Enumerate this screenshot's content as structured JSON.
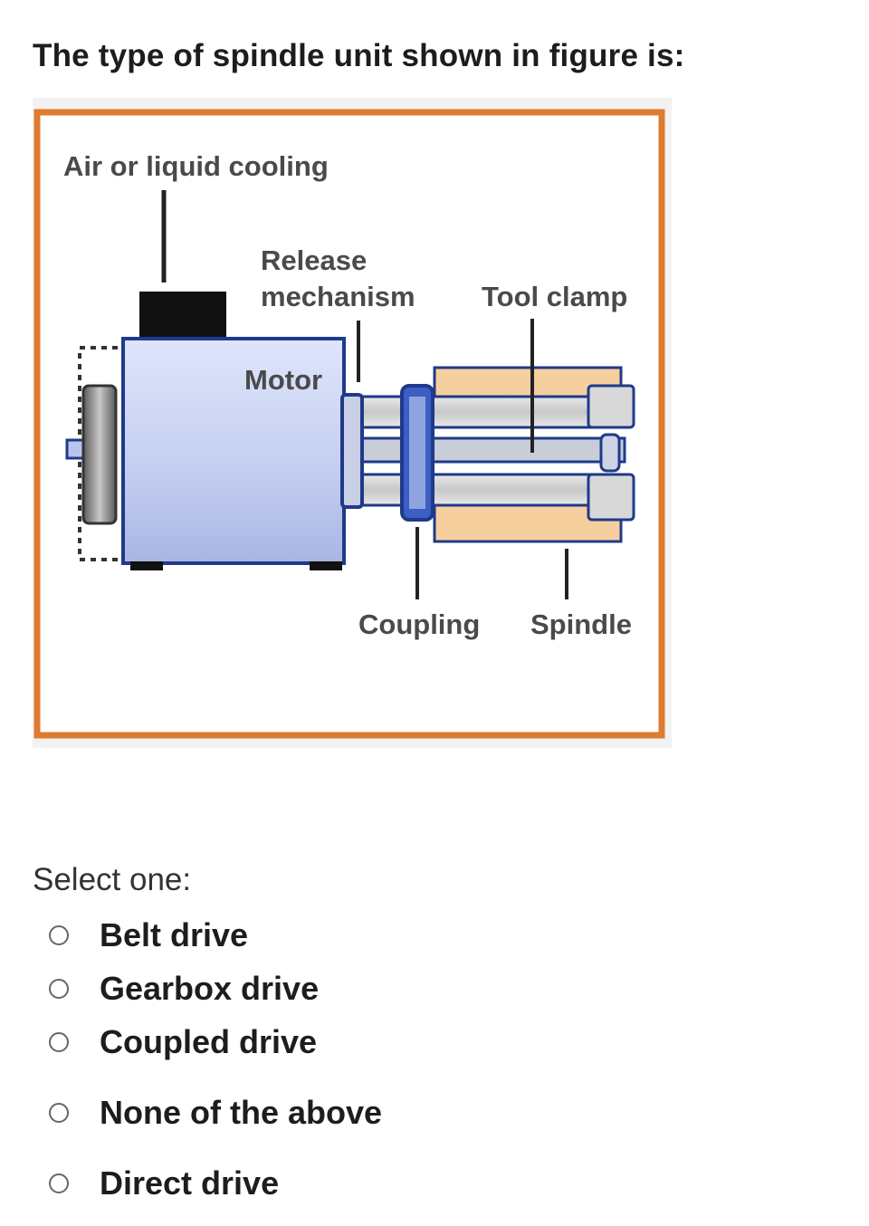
{
  "question": "The type of spindle unit shown in figure is:",
  "figure": {
    "labels": {
      "cooling": "Air or liquid cooling",
      "release_1": "Release",
      "release_2": "mechanism",
      "tool_clamp": "Tool clamp",
      "motor": "Motor",
      "coupling": "Coupling",
      "spindle": "Spindle"
    },
    "colors": {
      "frame": "#e07a2d",
      "motor_body": "#c3cdf0",
      "housing": "#f6cf9f",
      "shaft": "#d4d4d4",
      "outline": "#1f3a8a"
    }
  },
  "select_label": "Select one:",
  "options": [
    {
      "label": "Belt drive"
    },
    {
      "label": "Gearbox drive"
    },
    {
      "label": "Coupled drive"
    },
    {
      "label": "None of the above"
    },
    {
      "label": "Direct drive"
    }
  ]
}
